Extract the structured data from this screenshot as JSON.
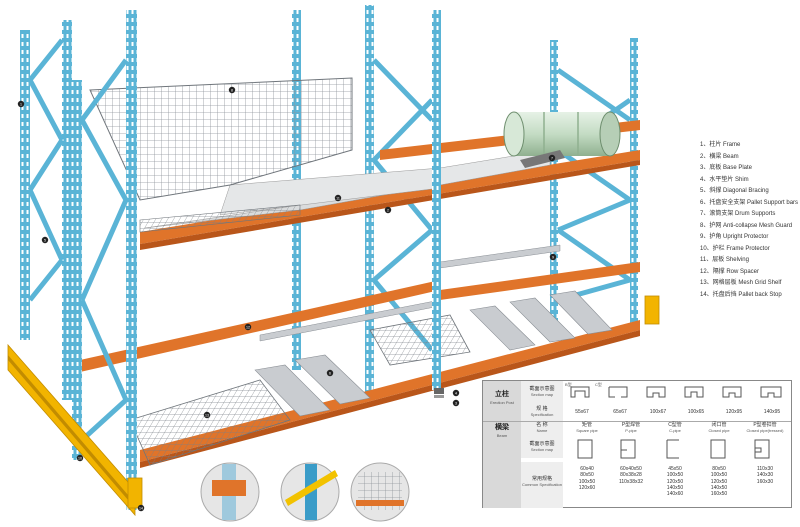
{
  "legend": [
    "1、柱片 Frame",
    "2、横梁 Beam",
    "3、底板 Base Plate",
    "4、水平垫片 Shim",
    "5、斜撑 Diagonal Bracing",
    "6、托盘安全支架 Pallet Support bars",
    "7、滚筒支架 Drum Supports",
    "8、护网 Anti-collapse Mesh Guard",
    "9、护角 Upright Protector",
    "10、护栏 Frame Protector",
    "11、层板 Shelving",
    "12、隔撑 Row Spacer",
    "13、网格层板 Mesh Grid Shelf",
    "14、托盘后挡 Pallet back Stop"
  ],
  "markers": [
    "1",
    "2",
    "3",
    "4",
    "5",
    "6",
    "7",
    "8",
    "9",
    "10",
    "11",
    "12",
    "13",
    "14"
  ],
  "spec_table": {
    "upright_title": "立柱",
    "upright_sub": "Erection Post",
    "section_map_cn": "截面示意图",
    "section_map_en": "Section map",
    "spec_cn": "规 格",
    "spec_en": "Specification",
    "type_b": "B型",
    "type_c": "C型",
    "upright_specs": [
      "55x67",
      "65x67",
      "100x67",
      "100x65",
      "120x95",
      "140x95"
    ],
    "beam_title": "横梁",
    "beam_sub": "Beam",
    "name_cn": "名 称",
    "name_en": "Name",
    "beam_names": [
      {
        "cn": "矩管",
        "en": "Square pipe"
      },
      {
        "cn": "P型焊管",
        "en": "P-pipe"
      },
      {
        "cn": "C型管",
        "en": "C-pipe"
      },
      {
        "cn": "闭口管",
        "en": "Closed pipe"
      },
      {
        "cn": "P型卷扣管",
        "en": "Closed pipe(tressed)"
      }
    ],
    "common_cn": "常用规格",
    "common_en": "Common Specification",
    "beam_specs": [
      [
        "60x40",
        "80x50",
        "100x50",
        "120x60"
      ],
      [
        "60x40x50",
        "80x38x28",
        "110x38x32"
      ],
      [
        "45x50",
        "100x50",
        "120x50",
        "140x50",
        "140x60"
      ],
      [
        "80x50",
        "100x50",
        "120x50",
        "140x50",
        "160x50"
      ],
      [
        "110x30",
        "140x30",
        "160x30"
      ]
    ]
  },
  "colors": {
    "upright": "#5ab4d6",
    "upright_dark": "#2f86ad",
    "beam": "#e0742a",
    "beam_dark": "#b9561a",
    "mesh": "#9aa0a6",
    "drum": "#cfe3cf",
    "base": "#f2b400"
  }
}
